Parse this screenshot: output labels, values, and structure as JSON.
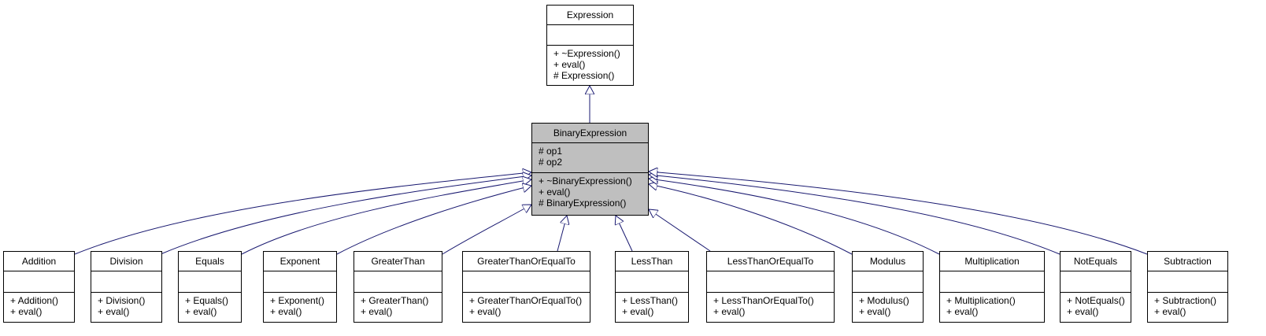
{
  "diagram": {
    "base": {
      "name": "Expression",
      "attributes": [],
      "operations": [
        "+ ~Expression()",
        "+ eval()",
        "# Expression()"
      ]
    },
    "binary": {
      "name": "BinaryExpression",
      "attributes": [
        "# op1",
        "# op2"
      ],
      "operations": [
        "+ ~BinaryExpression()",
        "+ eval()",
        "# BinaryExpression()"
      ]
    },
    "children": [
      {
        "name": "Addition",
        "operations": [
          "+ Addition()",
          "+ eval()"
        ]
      },
      {
        "name": "Division",
        "operations": [
          "+ Division()",
          "+ eval()"
        ]
      },
      {
        "name": "Equals",
        "operations": [
          "+ Equals()",
          "+ eval()"
        ]
      },
      {
        "name": "Exponent",
        "operations": [
          "+ Exponent()",
          "+ eval()"
        ]
      },
      {
        "name": "GreaterThan",
        "operations": [
          "+ GreaterThan()",
          "+ eval()"
        ]
      },
      {
        "name": "GreaterThanOrEqualTo",
        "operations": [
          "+ GreaterThanOrEqualTo()",
          "+ eval()"
        ]
      },
      {
        "name": "LessThan",
        "operations": [
          "+ LessThan()",
          "+ eval()"
        ]
      },
      {
        "name": "LessThanOrEqualTo",
        "operations": [
          "+ LessThanOrEqualTo()",
          "+ eval()"
        ]
      },
      {
        "name": "Modulus",
        "operations": [
          "+ Modulus()",
          "+ eval()"
        ]
      },
      {
        "name": "Multiplication",
        "operations": [
          "+ Multiplication()",
          "+ eval()"
        ]
      },
      {
        "name": "NotEquals",
        "operations": [
          "+ NotEquals()",
          "+ eval()"
        ]
      },
      {
        "name": "Subtraction",
        "operations": [
          "+ Subtraction()",
          "+ eval()"
        ]
      }
    ],
    "colors": {
      "edge": "#191970",
      "highlight_fill": "#bfbfbf",
      "border": "#000000"
    }
  }
}
